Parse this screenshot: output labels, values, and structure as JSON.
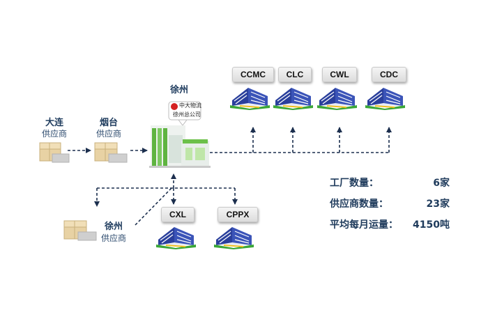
{
  "hub": {
    "city": "徐州",
    "logo_line1": "中大物流",
    "logo_line2": "徐州总公司"
  },
  "suppliers": [
    {
      "city": "大连",
      "sub": "供应商"
    },
    {
      "city": "烟台",
      "sub": "供应商"
    },
    {
      "city": "徐州",
      "sub": "供应商"
    }
  ],
  "customers_top": [
    "CCMC",
    "CLC",
    "CWL",
    "CDC"
  ],
  "customers_bottom": [
    "CXL",
    "CPPX"
  ],
  "stats": [
    {
      "label": "工厂数量：",
      "value": "6家"
    },
    {
      "label": "供应商数量：",
      "value": "23家"
    },
    {
      "label": "平均每月运量：",
      "value": "4150吨"
    }
  ],
  "colors": {
    "arrow": "#1c2f4e",
    "text_dark": "#1f3b5c",
    "building_blue": "#2a3f9c",
    "building_green": "#3aa637",
    "hub_green": "#6cc04a",
    "box_tan": "#e8d2a4"
  }
}
